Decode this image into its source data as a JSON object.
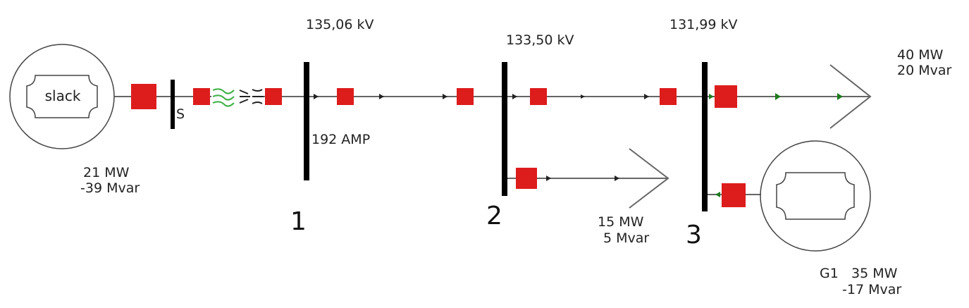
{
  "diagram": {
    "colors": {
      "line": "#666666",
      "bus": "#000000",
      "breaker": "#dd1c1c",
      "arrow_dark": "#222222",
      "arrow_green": "#1f7a1f",
      "transformer": "#3cb043"
    },
    "slack": {
      "label": "slack",
      "mw": "21 MW",
      "mvar": "-39 Mvar"
    },
    "slack_bus": {
      "label": "S"
    },
    "bus1": {
      "number": "1",
      "voltage": "135,06 kV",
      "current": "192 AMP"
    },
    "bus2": {
      "number": "2",
      "voltage": "133,50 kV",
      "load_mw": "15 MW",
      "load_mvar": "5 Mvar"
    },
    "bus3": {
      "number": "3",
      "voltage": "131,99 kV",
      "load_mw": "40 MW",
      "load_mvar": "20 Mvar"
    },
    "generator": {
      "name": "G1",
      "mw": "35 MW",
      "mvar": "-17 Mvar"
    }
  }
}
